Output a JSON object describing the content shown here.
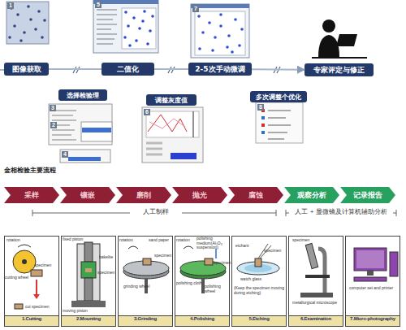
{
  "diagram": {
    "nodes": [
      {
        "text": [
          "图像获取"
        ]
      },
      {
        "text": [
          "二值化"
        ]
      },
      {
        "text": [
          "2-5次手动微调"
        ]
      },
      {
        "text": [
          "专家评定与修正"
        ]
      },
      {
        "text": [
          "选择检验理"
        ]
      },
      {
        "text": [
          "调整灰度值"
        ]
      },
      {
        "text": [
          "多次调整个优化"
        ]
      },
      {
        "text": [
          "采样"
        ]
      },
      {
        "text": [
          "镶嵌"
        ]
      },
      {
        "text": [
          "磨削"
        ]
      },
      {
        "text": [
          "抛光"
        ]
      },
      {
        "text": [
          "腐蚀"
        ]
      },
      {
        "text": [
          "观察分析"
        ]
      },
      {
        "text": [
          "记录报告"
        ]
      },
      {
        "text": [
          "1.Cutting"
        ]
      },
      {
        "text": [
          "2.Mounting"
        ]
      },
      {
        "text": [
          "3.Grinding"
        ]
      },
      {
        "text": [
          "4.Polishing"
        ]
      },
      {
        "text": [
          "5.Etching"
        ]
      },
      {
        "text": [
          "6.Examination"
        ]
      },
      {
        "text": [
          "7.Micro-photography"
        ]
      }
    ],
    "edges": [
      {
        "from": 0,
        "to": 1,
        "arrow": "none"
      },
      {
        "from": 1,
        "to": 2,
        "arrow": "none"
      },
      {
        "from": 2,
        "to": 3,
        "arrow": "to"
      }
    ],
    "labels": [
      "1",
      "5",
      "7",
      "3",
      "2",
      "4",
      "6",
      "8",
      "金相检验主要流程",
      "人工制样",
      "人工 + 显微镜及计算机辅助分析",
      "rotation",
      "cutting wheel",
      "specimen",
      "cut specimen",
      "fixed piston",
      "moving piston",
      "bakelite",
      "specimen",
      "rotation",
      "sand paper",
      "specimen",
      "grinding wheel",
      "rotation",
      "polishing medium(Al₂O₃ suspension)",
      "specimen",
      "polishing cloth",
      "polishing wheel",
      "etchant",
      "specimen",
      "watch glass",
      "(Keep the specimen moving during etching)",
      "specimen",
      "metallurgical microscope",
      "computer set and printer"
    ]
  }
}
